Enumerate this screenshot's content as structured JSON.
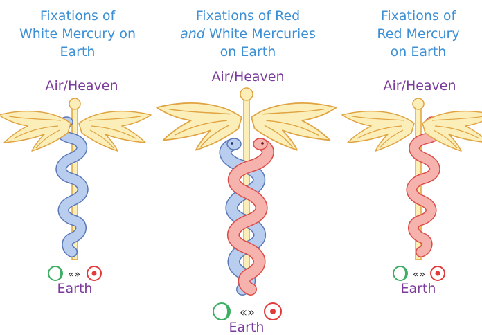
{
  "panels": [
    {
      "title_lines": [
        "Fixations of",
        "White Mercury on",
        "Earth"
      ],
      "top_label": "Air/Heaven",
      "bottom_label": "Earth",
      "serpents": [
        "white"
      ]
    },
    {
      "title_line1": "Fixations of Red",
      "title_line2_em": "and",
      "title_line2_rest": " White Mercuries",
      "title_line3": "on Earth",
      "top_label": "Air/Heaven",
      "bottom_label": "Earth",
      "serpents": [
        "white",
        "red"
      ]
    },
    {
      "title_lines": [
        "Fixations of",
        "Red Mercury",
        "on Earth"
      ],
      "top_label": "Air/Heaven",
      "bottom_label": "Earth",
      "serpents": [
        "red"
      ]
    }
  ],
  "arrow_symbol": "«»",
  "colors": {
    "title": "#3c8fd4",
    "label": "#7b3b9a",
    "wings_fill": "#fbeeb8",
    "wings_stroke": "#e0a341",
    "white_serpent_fill": "#b9cdee",
    "white_serpent_stroke": "#5b78b8",
    "red_serpent_fill": "#f6b3ad",
    "red_serpent_stroke": "#dc4b48",
    "moon": "#3fae64",
    "sun": "#e23a3a"
  },
  "icons": [
    "caduceus-wings-icon",
    "staff-icon",
    "serpent-icon",
    "moon-icon",
    "arrows-icon",
    "sun-icon"
  ]
}
